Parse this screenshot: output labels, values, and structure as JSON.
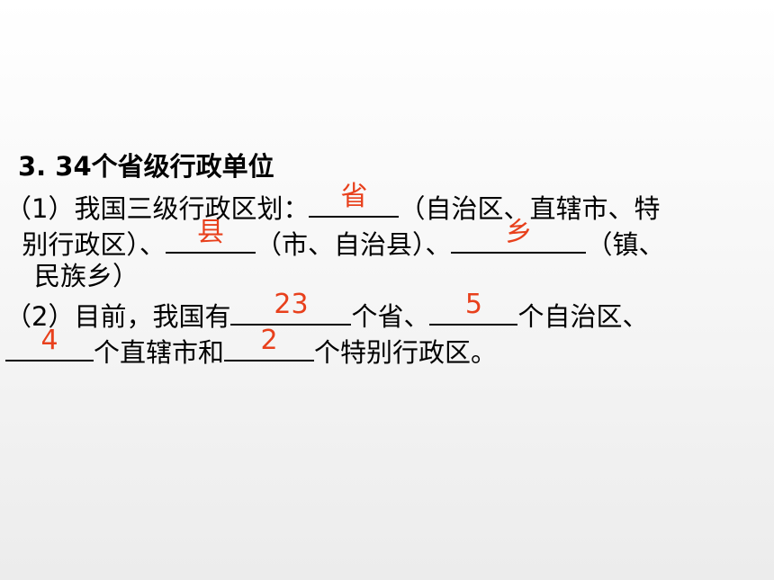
{
  "question": {
    "heading": "3.   34个省级行政单位",
    "part1": {
      "lead": "（1）我国三级行政区划：",
      "answer1": "省",
      "after1": "（自治区、直辖市、特",
      "line2_lead": "  别行政区）、",
      "answer2": "县",
      "after2": "（市、自治县）、",
      "answer3": "乡",
      "after3": "（镇、",
      "line3": "民族乡）"
    },
    "part2": {
      "lead": "（2）目前，我国有",
      "answer_provinces": "23",
      "after_provinces": "个省、",
      "answer_autonomous": "5",
      "after_autonomous": "个自治区、",
      "answer_municipalities": "4",
      "after_municipalities": "个直辖市和",
      "answer_sar": "2",
      "after_sar": "个特别行政区。"
    }
  }
}
